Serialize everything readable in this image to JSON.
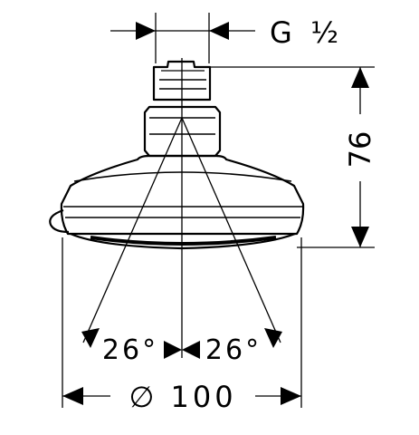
{
  "drawing": {
    "thread_label": "G  ½",
    "height_label": "76",
    "angle_left_label": "26°",
    "angle_right_label": "26°",
    "diameter_label": "∅ 100"
  },
  "colors": {
    "ink": "#000000",
    "background": "#ffffff"
  }
}
